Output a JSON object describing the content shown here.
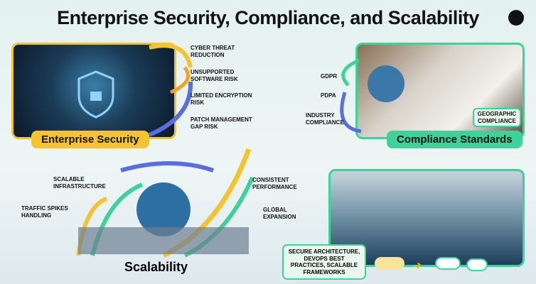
{
  "title": "Enterprise Security, Compliance, and Scalability",
  "security": {
    "badge": "Enterprise Security",
    "items": [
      "CYBER THREAT REDUCTION",
      "UNSUPPORTED SOFTWARE RISK",
      "LIMITED ENCRYPTION RISK",
      "PATCH MANAGEMENT GAP RISK"
    ]
  },
  "compliance": {
    "badge": "Compliance Standards",
    "items": [
      "GDPR",
      "PDPA",
      "INDUSTRY COMPLIANCE"
    ],
    "geographic": "GEOGRAPHIC COMPLIANCE"
  },
  "scalability": {
    "heading": "Scalability",
    "left_items": [
      "SCALABLE INFRASTRUCTURE",
      "TRAFFIC SPIKES HANDLING"
    ],
    "right_items": [
      "CONSISTENT PERFORMANCE",
      "GLOBAL EXPANSION"
    ]
  },
  "team": {
    "callout": "SECURE ARCHITECTURE, DEVOPS BEST PRACTICES, SCALABLE FRAMEWORKS"
  },
  "colors": {
    "yellow": "#f4c430",
    "green": "#3fd19a",
    "blue": "#5b6ee1"
  }
}
